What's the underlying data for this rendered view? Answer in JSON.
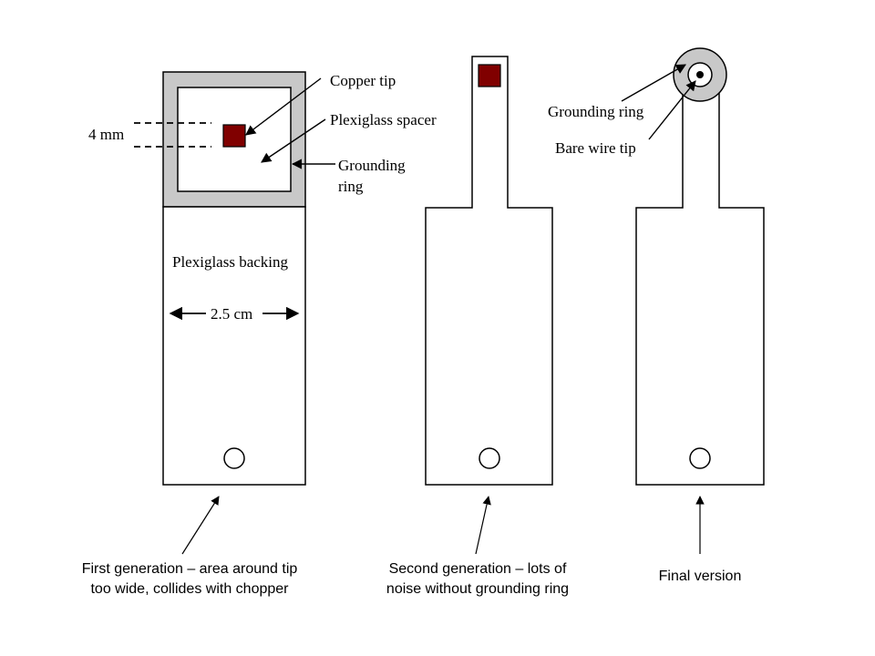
{
  "colors": {
    "copper": "#800000",
    "grounding_ring": "#c8c8c8",
    "outline": "#000000",
    "background": "#ffffff"
  },
  "labels": {
    "copper_tip": "Copper tip",
    "plexiglass_spacer": "Plexiglass spacer",
    "grounding_ring_line1": "Grounding",
    "grounding_ring_line2": "ring",
    "dimension_4mm": "4 mm",
    "plexiglass_backing": "Plexiglass backing",
    "width_25cm": "2.5 cm",
    "grounding_ring_final": "Grounding ring",
    "bare_wire_tip": "Bare wire tip"
  },
  "captions": {
    "first": [
      "First generation – area around tip",
      "too wide, collides with chopper"
    ],
    "second": [
      "Second generation – lots of",
      "noise without grounding ring"
    ],
    "final": [
      "Final version"
    ]
  }
}
